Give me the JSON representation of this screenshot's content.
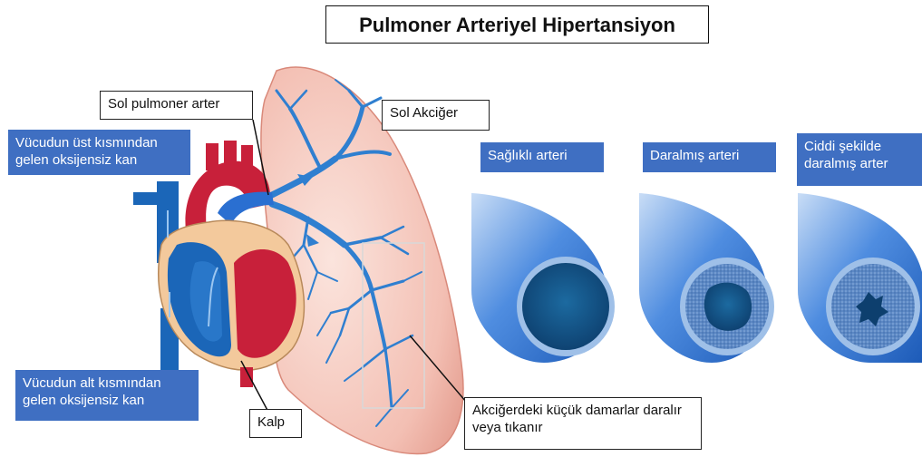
{
  "title": "Pulmoner Arteriyel Hipertansiyon",
  "labels": {
    "upper_body": "Vücudun üst kısmından gelen oksijensiz kan",
    "lower_body": "Vücudun alt kısmından gelen oksijensiz kan",
    "pulmonary_artery": "Sol pulmoner arter",
    "left_lung": "Sol Akciğer",
    "heart": "Kalp",
    "small_vessels": "Akciğerdeki küçük damarlar daralır veya tıkanır",
    "healthy_artery": "Sağlıklı arteri",
    "narrowed_artery": "Daralmış arteri",
    "severe_artery": "Ciddi şekilde daralmış arter"
  },
  "colors": {
    "label_blue": "#3f6fc2",
    "lung_pink": "#f2b7ad",
    "vessel_blue": "#2f7fd0",
    "heart_red": "#c8203a",
    "artery_blue": "#2a6fd1"
  }
}
